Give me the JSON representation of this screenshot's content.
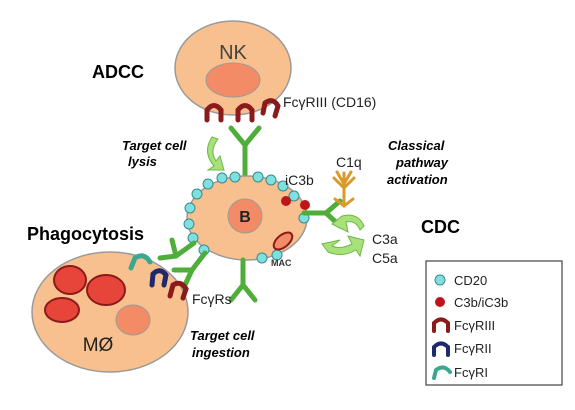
{
  "labels": {
    "adcc": "ADCC",
    "nk": "NK",
    "fcgr3_cd16": "FcγRIII (CD16)",
    "target_cell_lysis_1": "Target cell",
    "target_cell_lysis_2": "lysis",
    "ic3b": "iC3b",
    "c1q": "C1q",
    "classical_1": "Classical",
    "classical_2": "pathway",
    "classical_3": "activation",
    "b": "B",
    "cdc": "CDC",
    "c3a": "C3a",
    "c5a": "C5a",
    "mac": "MAC",
    "phagocytosis": "Phagocytosis",
    "fcgrs": "FcγRs",
    "macrophage": "MØ",
    "ingestion_1": "Target cell",
    "ingestion_2": "ingestion"
  },
  "legend": {
    "items": [
      {
        "label": "CD20",
        "icon": "cyan-dot-icon"
      },
      {
        "label": "C3b/iC3b",
        "icon": "red-dot-icon"
      },
      {
        "label": "FcγRIII",
        "icon": "dark-red-receptor-icon"
      },
      {
        "label": "FcγRII",
        "icon": "navy-receptor-icon"
      },
      {
        "label": "FcγRI",
        "icon": "teal-receptor-icon"
      }
    ]
  },
  "colors": {
    "cell_fill": "#f7c08e",
    "cell_stroke": "#9a9a9a",
    "nucleus": "#f38b66",
    "cd20": "#7fe0e0",
    "c3b": "#c0141c",
    "fcgr3": "#8b1a1a",
    "fcgr2": "#1f2a6b",
    "fcgr1": "#3aa88e",
    "antibody": "#4fae3a",
    "arrow": "#a8e07a",
    "c1q": "#d99a2b"
  }
}
